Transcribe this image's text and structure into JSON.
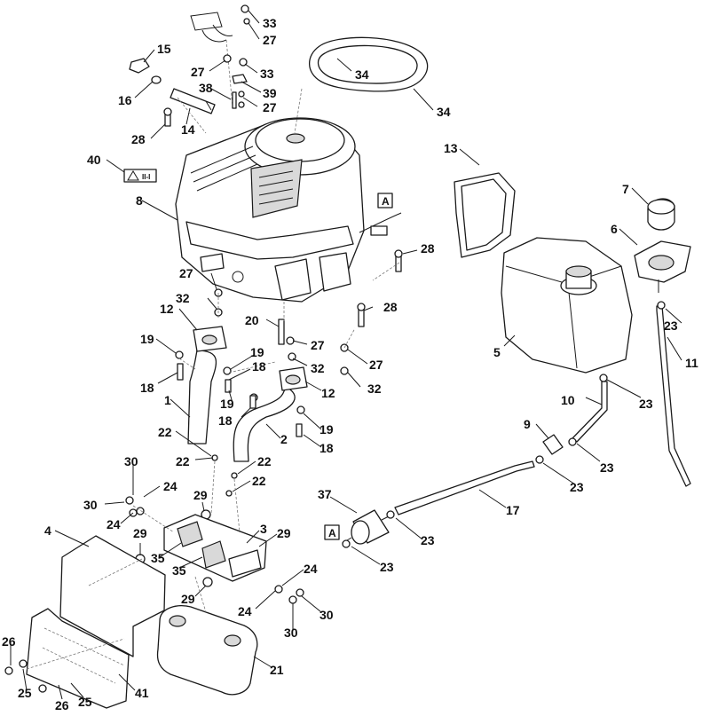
{
  "diagram": {
    "ref_marker": "A",
    "labels": [
      {
        "id": "33a",
        "text": "33"
      },
      {
        "id": "27a",
        "text": "27"
      },
      {
        "id": "15",
        "text": "15"
      },
      {
        "id": "16",
        "text": "16"
      },
      {
        "id": "27b",
        "text": "27"
      },
      {
        "id": "33b",
        "text": "33"
      },
      {
        "id": "38",
        "text": "38"
      },
      {
        "id": "39",
        "text": "39"
      },
      {
        "id": "27c",
        "text": "27"
      },
      {
        "id": "34a",
        "text": "34"
      },
      {
        "id": "34b",
        "text": "34"
      },
      {
        "id": "28a",
        "text": "28"
      },
      {
        "id": "14",
        "text": "14"
      },
      {
        "id": "40",
        "text": "40"
      },
      {
        "id": "8",
        "text": "8"
      },
      {
        "id": "13",
        "text": "13"
      },
      {
        "id": "7",
        "text": "7"
      },
      {
        "id": "6",
        "text": "6"
      },
      {
        "id": "28b",
        "text": "28"
      },
      {
        "id": "27d",
        "text": "27"
      },
      {
        "id": "32a",
        "text": "32"
      },
      {
        "id": "28c",
        "text": "28"
      },
      {
        "id": "12a",
        "text": "12"
      },
      {
        "id": "20",
        "text": "20"
      },
      {
        "id": "27e",
        "text": "27"
      },
      {
        "id": "23a",
        "text": "23"
      },
      {
        "id": "5",
        "text": "5"
      },
      {
        "id": "19a",
        "text": "19"
      },
      {
        "id": "19b",
        "text": "19"
      },
      {
        "id": "18a",
        "text": "18"
      },
      {
        "id": "32b",
        "text": "32"
      },
      {
        "id": "27f",
        "text": "27"
      },
      {
        "id": "11",
        "text": "11"
      },
      {
        "id": "18b",
        "text": "18"
      },
      {
        "id": "12b",
        "text": "12"
      },
      {
        "id": "32c",
        "text": "32"
      },
      {
        "id": "19c",
        "text": "19"
      },
      {
        "id": "1",
        "text": "1"
      },
      {
        "id": "18c",
        "text": "18"
      },
      {
        "id": "10",
        "text": "10"
      },
      {
        "id": "23b",
        "text": "23"
      },
      {
        "id": "19d",
        "text": "19"
      },
      {
        "id": "2",
        "text": "2"
      },
      {
        "id": "18d",
        "text": "18"
      },
      {
        "id": "9",
        "text": "9"
      },
      {
        "id": "22a",
        "text": "22"
      },
      {
        "id": "23c",
        "text": "23"
      },
      {
        "id": "30a",
        "text": "30"
      },
      {
        "id": "22b",
        "text": "22"
      },
      {
        "id": "22c",
        "text": "22"
      },
      {
        "id": "22d",
        "text": "22"
      },
      {
        "id": "23d",
        "text": "23"
      },
      {
        "id": "24a",
        "text": "24"
      },
      {
        "id": "29a",
        "text": "29"
      },
      {
        "id": "30b",
        "text": "30"
      },
      {
        "id": "37",
        "text": "37"
      },
      {
        "id": "24b",
        "text": "24"
      },
      {
        "id": "17",
        "text": "17"
      },
      {
        "id": "4",
        "text": "4"
      },
      {
        "id": "29b",
        "text": "29"
      },
      {
        "id": "3",
        "text": "3"
      },
      {
        "id": "29c",
        "text": "29"
      },
      {
        "id": "23e",
        "text": "23"
      },
      {
        "id": "35a",
        "text": "35"
      },
      {
        "id": "35b",
        "text": "35"
      },
      {
        "id": "23f",
        "text": "23"
      },
      {
        "id": "24c",
        "text": "24"
      },
      {
        "id": "29d",
        "text": "29"
      },
      {
        "id": "24d",
        "text": "24"
      },
      {
        "id": "30c",
        "text": "30"
      },
      {
        "id": "30d",
        "text": "30"
      },
      {
        "id": "26a",
        "text": "26"
      },
      {
        "id": "21",
        "text": "21"
      },
      {
        "id": "25a",
        "text": "25"
      },
      {
        "id": "41",
        "text": "41"
      },
      {
        "id": "26b",
        "text": "26"
      },
      {
        "id": "25b",
        "text": "25"
      }
    ]
  }
}
